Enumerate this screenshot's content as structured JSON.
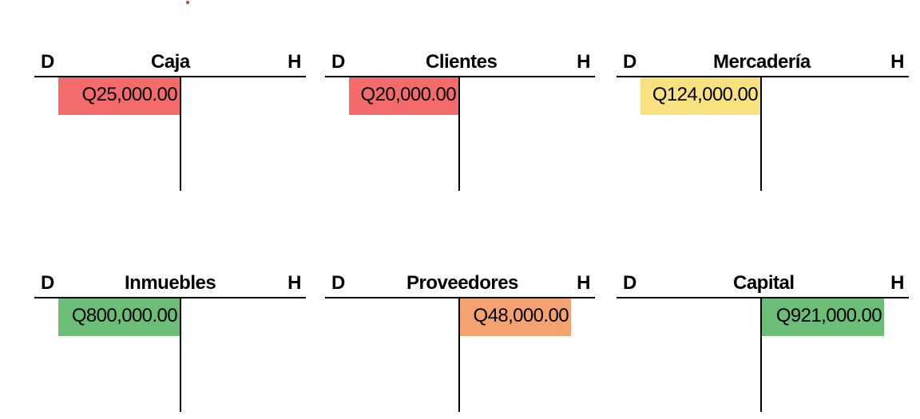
{
  "debit_label": "D",
  "credit_label": "H",
  "accounts": [
    {
      "name": "Caja",
      "debit": "Q25,000.00",
      "credit": "",
      "color": "#f46b6b"
    },
    {
      "name": "Clientes",
      "debit": "Q20,000.00",
      "credit": "",
      "color": "#f46b6b"
    },
    {
      "name": "Mercadería",
      "debit": "Q124,000.00",
      "credit": "",
      "color": "#f7e27f"
    },
    {
      "name": "Inmuebles",
      "debit": "Q800,000.00",
      "credit": "",
      "color": "#6bbd78"
    },
    {
      "name": "Proveedores",
      "debit": "",
      "credit": "Q48,000.00",
      "color": "#f5a271"
    },
    {
      "name": "Capital",
      "debit": "",
      "credit": "Q921,000.00",
      "color": "#6bbd78"
    }
  ]
}
